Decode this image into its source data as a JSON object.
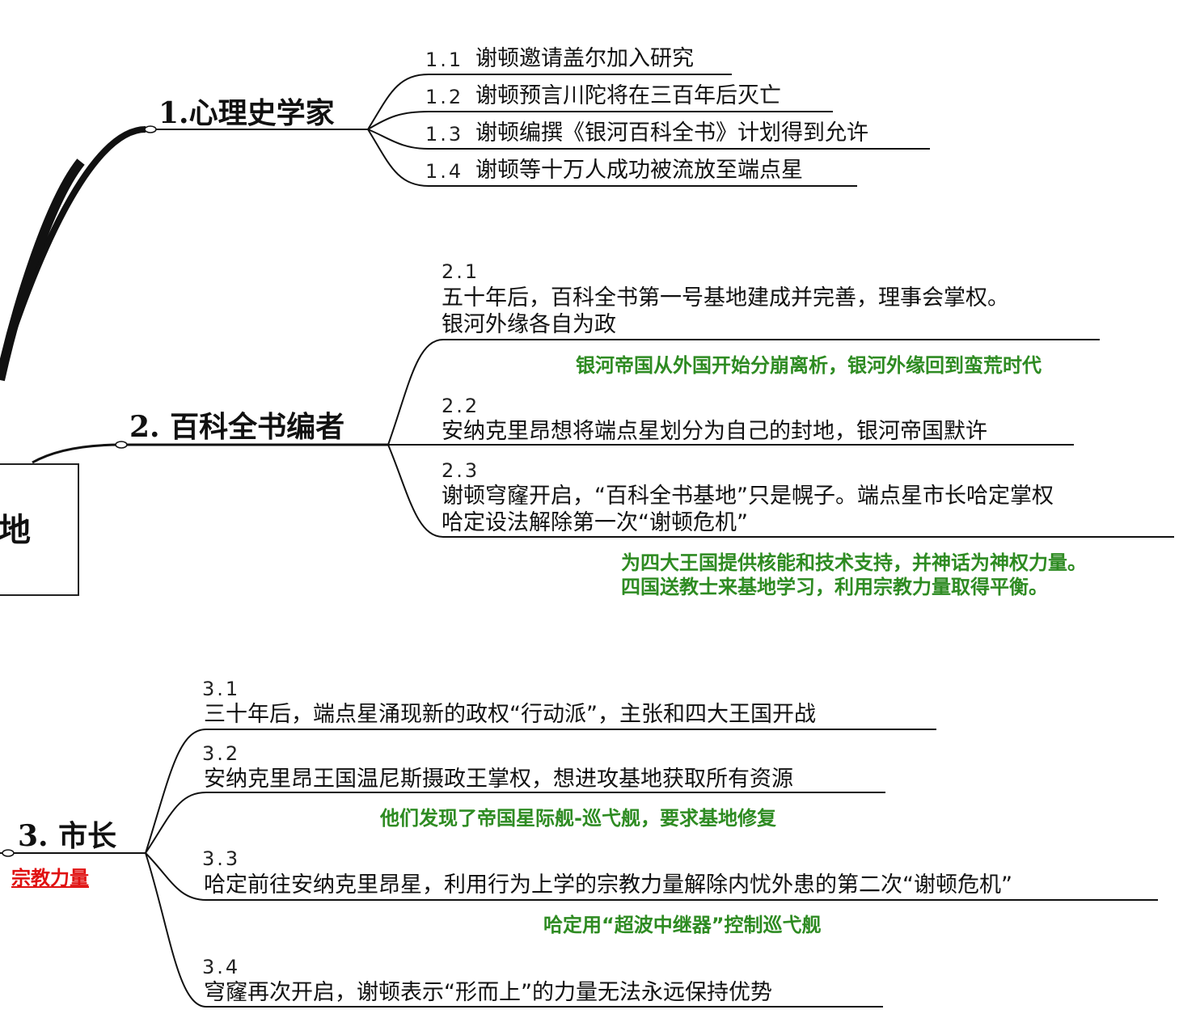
{
  "colors": {
    "line": "#111111",
    "note": "#2e8b22",
    "red_note": "#e01010"
  },
  "central": {
    "label": "地"
  },
  "branches": [
    {
      "title": "1.心理史学家",
      "items": [
        {
          "num": "1.1",
          "text": "谢顿邀请盖尔加入研究"
        },
        {
          "num": "1.2",
          "text": "谢顿预言川陀将在三百年后灭亡"
        },
        {
          "num": "1.3",
          "text": "谢顿编撰《银河百科全书》计划得到允许"
        },
        {
          "num": "1.4",
          "text": "谢顿等十万人成功被流放至端点星"
        }
      ]
    },
    {
      "title": "2. 百科全书编者",
      "items": [
        {
          "num": "2.1",
          "lines": [
            "五十年后，百科全书第一号基地建成并完善，理事会掌权。",
            "银河外缘各自为政"
          ],
          "note": "银河帝国从外国开始分崩离析，银河外缘回到蛮荒时代"
        },
        {
          "num": "2.2",
          "lines": [
            "安纳克里昂想将端点星划分为自己的封地，银河帝国默许"
          ]
        },
        {
          "num": "2.3",
          "lines": [
            "谢顿穹窿开启，“百科全书基地”只是幌子。端点星市长哈定掌权",
            "哈定设法解除第一次“谢顿危机”"
          ],
          "note_lines": [
            "为四大王国提供核能和技术支持，并神话为神权力量。",
            "四国送教士来基地学习，利用宗教力量取得平衡。"
          ]
        }
      ]
    },
    {
      "title": "3. 市长",
      "subnote": "宗教力量",
      "items": [
        {
          "num": "3.1",
          "text": "三十年后，端点星涌现新的政权“行动派”，主张和四大王国开战"
        },
        {
          "num": "3.2",
          "text": "安纳克里昂王国温尼斯摄政王掌权，想进攻基地获取所有资源",
          "note": "他们发现了帝国星际舰-巡弋舰，要求基地修复"
        },
        {
          "num": "3.3",
          "text": "哈定前往安纳克里昂星，利用行为上学的宗教力量解除内忧外患的第二次“谢顿危机”",
          "note": "哈定用“超波中继器”控制巡弋舰"
        },
        {
          "num": "3.4",
          "text": "穹窿再次开启，谢顿表示“形而上”的力量无法永远保持优势"
        }
      ]
    }
  ]
}
